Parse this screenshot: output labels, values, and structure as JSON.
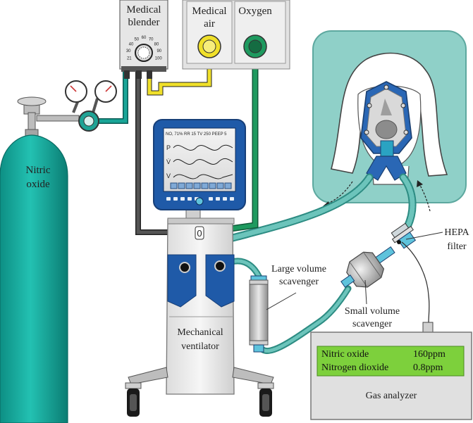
{
  "labels": {
    "medical_blender": [
      "Medical",
      "blender"
    ],
    "medical_air": [
      "Medical",
      "air"
    ],
    "oxygen": "Oxygen",
    "nitric_oxide": [
      "Nitric",
      "oxide"
    ],
    "hepa_filter": [
      "HEPA",
      "filter"
    ],
    "large_volume_scavenger": [
      "Large volume",
      "scavenger"
    ],
    "small_volume_scavenger": [
      "Small volume",
      "scavenger"
    ],
    "mechanical_ventilator": [
      "Mechanical",
      "ventilator"
    ],
    "gas_analyzer": "Gas analyzer"
  },
  "blender_dial": [
    "21",
    "30",
    "40",
    "50",
    "60",
    "70",
    "80",
    "90",
    "100"
  ],
  "ventilator_screen": {
    "header": "NO, 71%   RR 15   TV 250   PEEP 5",
    "traces": [
      "P",
      "V̇",
      "V"
    ]
  },
  "ventilator_port": "0",
  "gas_analyzer_readings": [
    {
      "name": "Nitric oxide",
      "value": "160ppm"
    },
    {
      "name": "Nitrogen dioxide",
      "value": "0.8ppm"
    }
  ],
  "colors": {
    "cylinder": "#11a79a",
    "oxygen_line": "#1e8a5a",
    "air_line": "#f0e02a",
    "blender_line": "#3a3a3a",
    "patient_bg": "#8fd0c8",
    "ventilator_blue": "#1f5aa8",
    "analyzer_display": "#7dd03c"
  }
}
